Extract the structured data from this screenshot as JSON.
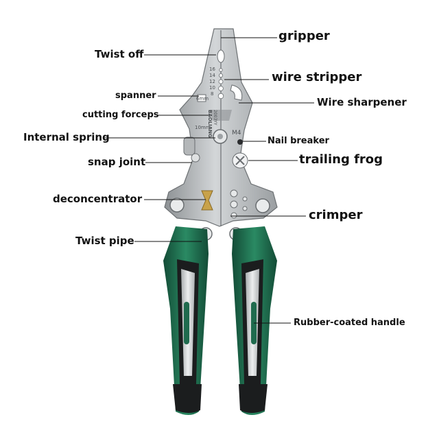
{
  "labels": {
    "gripper": "gripper",
    "twist_off": "Twist off",
    "wire_stripper": "wire stripper",
    "spanner": "spanner",
    "wire_sharpener": "Wire sharpener",
    "cutting_forceps": "cutting forceps",
    "internal_spring": "Internal spring",
    "nail_breaker": "Nail breaker",
    "snap_joint": "snap joint",
    "trailing_frog": "trailing frog",
    "deconcentrator": "deconcentrator",
    "crimper": "crimper",
    "twist_pipe": "Twist pipe",
    "rubber_handle": "Rubber-coated handle"
  },
  "engravings": {
    "gauge_16": "16",
    "gauge_14": "14",
    "gauge_12": "12",
    "gauge_10": "10",
    "gauge_8": "8",
    "mm6": "6mm",
    "mm10": "10mm",
    "m4": "M4",
    "brand": "BAOLIANG",
    "year": "2003YY"
  },
  "colors": {
    "steel": "#b9bcbe",
    "steel_dark": "#7e8285",
    "handle_green": "#1f6b4e",
    "handle_black": "#1b1d1e",
    "handle_grey": "#cfd2d3",
    "accent_gold": "#c8a24a"
  }
}
